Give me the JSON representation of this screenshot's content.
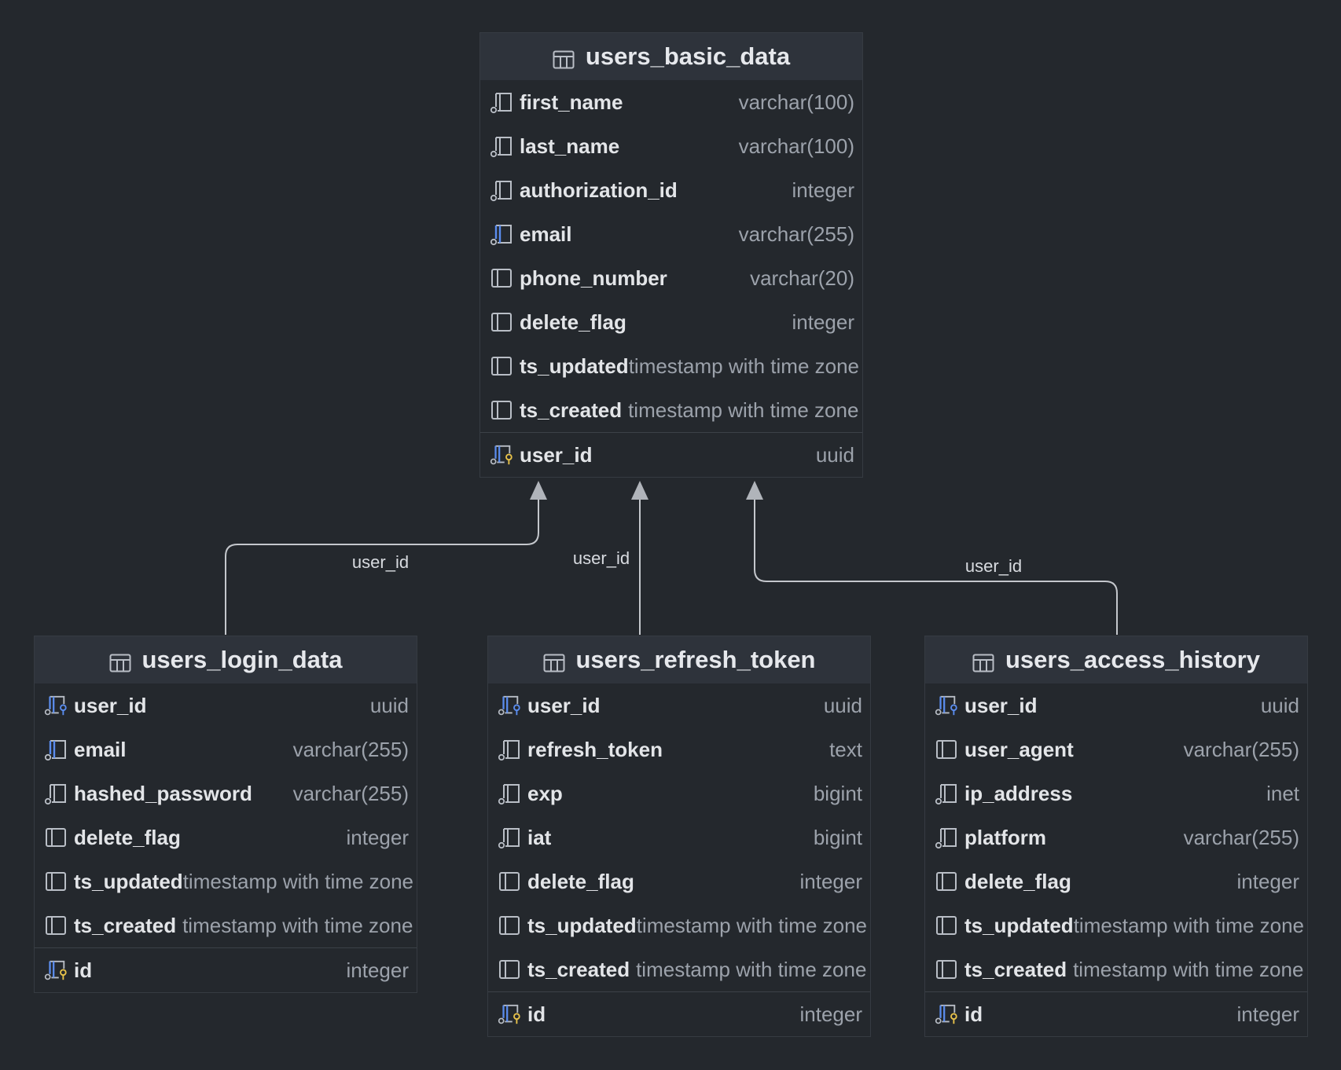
{
  "tables": {
    "users_basic_data": {
      "name": "users_basic_data",
      "columns": [
        {
          "name": "first_name",
          "type": "varchar(100)",
          "icon": "column-index-icon"
        },
        {
          "name": "last_name",
          "type": "varchar(100)",
          "icon": "column-index-icon"
        },
        {
          "name": "authorization_id",
          "type": "integer",
          "icon": "column-index-icon"
        },
        {
          "name": "email",
          "type": "varchar(255)",
          "icon": "column-unique-index-icon"
        },
        {
          "name": "phone_number",
          "type": "varchar(20)",
          "icon": "column-icon"
        },
        {
          "name": "delete_flag",
          "type": "integer",
          "icon": "column-icon"
        },
        {
          "name": "ts_updated",
          "type": "timestamp with time zone",
          "icon": "column-icon"
        },
        {
          "name": "ts_created",
          "type": "timestamp with time zone",
          "icon": "column-icon"
        }
      ],
      "key_columns": [
        {
          "name": "user_id",
          "type": "uuid",
          "icon": "primary-key-icon"
        }
      ]
    },
    "users_login_data": {
      "name": "users_login_data",
      "columns": [
        {
          "name": "user_id",
          "type": "uuid",
          "icon": "foreign-key-icon"
        },
        {
          "name": "email",
          "type": "varchar(255)",
          "icon": "column-unique-index-icon"
        },
        {
          "name": "hashed_password",
          "type": "varchar(255)",
          "icon": "column-index-icon"
        },
        {
          "name": "delete_flag",
          "type": "integer",
          "icon": "column-icon"
        },
        {
          "name": "ts_updated",
          "type": "timestamp with time zone",
          "icon": "column-icon"
        },
        {
          "name": "ts_created",
          "type": "timestamp with time zone",
          "icon": "column-icon"
        }
      ],
      "key_columns": [
        {
          "name": "id",
          "type": "integer",
          "icon": "primary-key-icon"
        }
      ]
    },
    "users_refresh_token": {
      "name": "users_refresh_token",
      "columns": [
        {
          "name": "user_id",
          "type": "uuid",
          "icon": "foreign-key-icon"
        },
        {
          "name": "refresh_token",
          "type": "text",
          "icon": "column-index-icon"
        },
        {
          "name": "exp",
          "type": "bigint",
          "icon": "column-index-icon"
        },
        {
          "name": "iat",
          "type": "bigint",
          "icon": "column-index-icon"
        },
        {
          "name": "delete_flag",
          "type": "integer",
          "icon": "column-icon"
        },
        {
          "name": "ts_updated",
          "type": "timestamp with time zone",
          "icon": "column-icon"
        },
        {
          "name": "ts_created",
          "type": "timestamp with time zone",
          "icon": "column-icon"
        }
      ],
      "key_columns": [
        {
          "name": "id",
          "type": "integer",
          "icon": "primary-key-icon"
        }
      ]
    },
    "users_access_history": {
      "name": "users_access_history",
      "columns": [
        {
          "name": "user_id",
          "type": "uuid",
          "icon": "foreign-key-icon"
        },
        {
          "name": "user_agent",
          "type": "varchar(255)",
          "icon": "column-icon"
        },
        {
          "name": "ip_address",
          "type": "inet",
          "icon": "column-index-icon"
        },
        {
          "name": "platform",
          "type": "varchar(255)",
          "icon": "column-index-icon"
        },
        {
          "name": "delete_flag",
          "type": "integer",
          "icon": "column-icon"
        },
        {
          "name": "ts_updated",
          "type": "timestamp with time zone",
          "icon": "column-icon"
        },
        {
          "name": "ts_created",
          "type": "timestamp with time zone",
          "icon": "column-icon"
        }
      ],
      "key_columns": [
        {
          "name": "id",
          "type": "integer",
          "icon": "primary-key-icon"
        }
      ]
    }
  },
  "relations": [
    {
      "from": "users_login_data",
      "to": "users_basic_data",
      "label": "user_id"
    },
    {
      "from": "users_refresh_token",
      "to": "users_basic_data",
      "label": "user_id"
    },
    {
      "from": "users_access_history",
      "to": "users_basic_data",
      "label": "user_id"
    }
  ],
  "colors": {
    "background": "#24282d",
    "header": "#2e333b",
    "connector": "#c4c7cc",
    "arrowhead": "#b0b4ba",
    "key_icon": "#e8c24a",
    "unique_icon": "#5b8def"
  }
}
